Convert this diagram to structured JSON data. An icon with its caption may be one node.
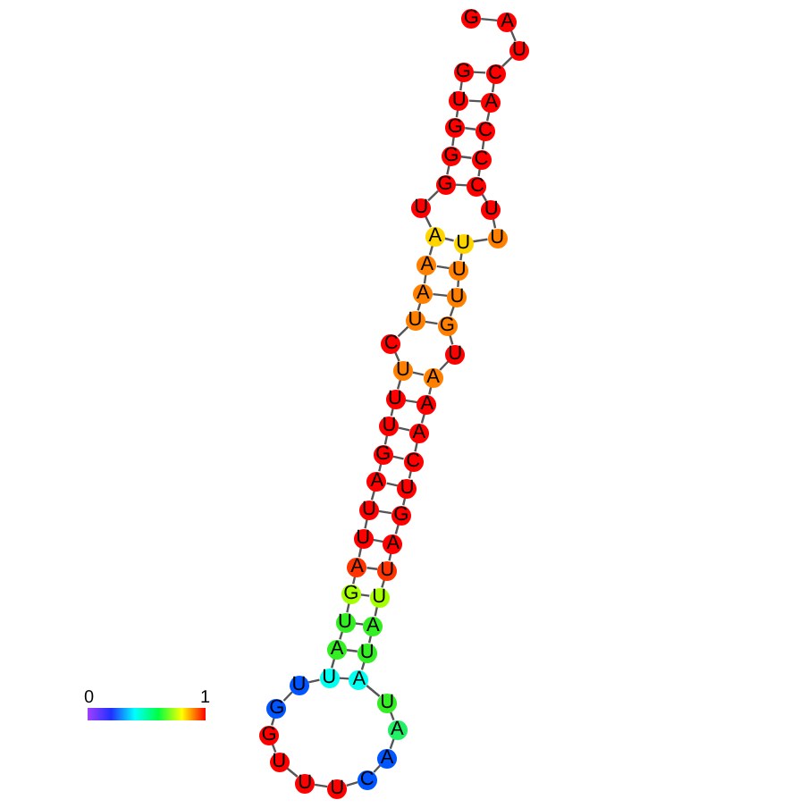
{
  "diagram": {
    "nodes": [
      {
        "text": [
          "G"
        ]
      },
      {
        "text": [
          "A"
        ]
      },
      {
        "text": [
          "U"
        ]
      },
      {
        "text": [
          "C"
        ]
      },
      {
        "text": [
          "A"
        ]
      },
      {
        "text": [
          "C"
        ]
      },
      {
        "text": [
          "C"
        ]
      },
      {
        "text": [
          "C"
        ]
      },
      {
        "text": [
          "U"
        ]
      },
      {
        "text": [
          "U"
        ]
      },
      {
        "text": [
          "U"
        ]
      },
      {
        "text": [
          "U"
        ]
      },
      {
        "text": [
          "U"
        ]
      },
      {
        "text": [
          "G"
        ]
      },
      {
        "text": [
          "U"
        ]
      },
      {
        "text": [
          "A"
        ]
      },
      {
        "text": [
          "A"
        ]
      },
      {
        "text": [
          "A"
        ]
      },
      {
        "text": [
          "C"
        ]
      },
      {
        "text": [
          "U"
        ]
      },
      {
        "text": [
          "G"
        ]
      },
      {
        "text": [
          "A"
        ]
      },
      {
        "text": [
          "U"
        ]
      },
      {
        "text": [
          "U"
        ]
      },
      {
        "text": [
          "A"
        ]
      },
      {
        "text": [
          "U"
        ]
      },
      {
        "text": [
          "A"
        ]
      },
      {
        "text": [
          "U"
        ]
      },
      {
        "text": [
          "A"
        ]
      },
      {
        "text": [
          "A"
        ]
      },
      {
        "text": [
          "C"
        ]
      },
      {
        "text": [
          "U"
        ]
      },
      {
        "text": [
          "U"
        ]
      },
      {
        "text": [
          "U"
        ]
      },
      {
        "text": [
          "G"
        ]
      },
      {
        "text": [
          "G"
        ]
      },
      {
        "text": [
          "U"
        ]
      },
      {
        "text": [
          "U"
        ]
      },
      {
        "text": [
          "A"
        ]
      },
      {
        "text": [
          "U"
        ]
      },
      {
        "text": [
          "G"
        ]
      },
      {
        "text": [
          "A"
        ]
      },
      {
        "text": [
          "U"
        ]
      },
      {
        "text": [
          "U"
        ]
      },
      {
        "text": [
          "A"
        ]
      },
      {
        "text": [
          "G"
        ]
      },
      {
        "text": [
          "U"
        ]
      },
      {
        "text": [
          "U"
        ]
      },
      {
        "text": [
          "U"
        ]
      },
      {
        "text": [
          "C"
        ]
      },
      {
        "text": [
          "U"
        ]
      },
      {
        "text": [
          "A"
        ]
      },
      {
        "text": [
          "A"
        ]
      },
      {
        "text": [
          "A"
        ]
      },
      {
        "text": [
          "U"
        ]
      },
      {
        "text": [
          "G"
        ]
      },
      {
        "text": [
          "G"
        ]
      },
      {
        "text": [
          "G"
        ]
      },
      {
        "text": [
          "U"
        ]
      },
      {
        "text": [
          "G"
        ]
      }
    ],
    "edges": [
      {
        "from": 0,
        "to": 1,
        "arrow": "none"
      },
      {
        "from": 1,
        "to": 2,
        "arrow": "none"
      },
      {
        "from": 2,
        "to": 3,
        "arrow": "none"
      },
      {
        "from": 3,
        "to": 4,
        "arrow": "none"
      },
      {
        "from": 4,
        "to": 5,
        "arrow": "none"
      },
      {
        "from": 5,
        "to": 6,
        "arrow": "none"
      },
      {
        "from": 6,
        "to": 7,
        "arrow": "none"
      },
      {
        "from": 7,
        "to": 8,
        "arrow": "none"
      },
      {
        "from": 8,
        "to": 9,
        "arrow": "none"
      },
      {
        "from": 9,
        "to": 10,
        "arrow": "none"
      },
      {
        "from": 10,
        "to": 11,
        "arrow": "none"
      },
      {
        "from": 11,
        "to": 12,
        "arrow": "none"
      },
      {
        "from": 12,
        "to": 13,
        "arrow": "none"
      },
      {
        "from": 13,
        "to": 14,
        "arrow": "none"
      },
      {
        "from": 14,
        "to": 15,
        "arrow": "none"
      },
      {
        "from": 15,
        "to": 16,
        "arrow": "none"
      },
      {
        "from": 16,
        "to": 17,
        "arrow": "none"
      },
      {
        "from": 17,
        "to": 18,
        "arrow": "none"
      },
      {
        "from": 18,
        "to": 19,
        "arrow": "none"
      },
      {
        "from": 19,
        "to": 20,
        "arrow": "none"
      },
      {
        "from": 20,
        "to": 21,
        "arrow": "none"
      },
      {
        "from": 21,
        "to": 22,
        "arrow": "none"
      },
      {
        "from": 22,
        "to": 23,
        "arrow": "none"
      },
      {
        "from": 23,
        "to": 24,
        "arrow": "none"
      },
      {
        "from": 24,
        "to": 25,
        "arrow": "none"
      },
      {
        "from": 25,
        "to": 26,
        "arrow": "none"
      },
      {
        "from": 26,
        "to": 27,
        "arrow": "none"
      },
      {
        "from": 27,
        "to": 28,
        "arrow": "none"
      },
      {
        "from": 28,
        "to": 29,
        "arrow": "none"
      },
      {
        "from": 29,
        "to": 30,
        "arrow": "none"
      },
      {
        "from": 30,
        "to": 31,
        "arrow": "none"
      },
      {
        "from": 31,
        "to": 32,
        "arrow": "none"
      },
      {
        "from": 32,
        "to": 33,
        "arrow": "none"
      },
      {
        "from": 33,
        "to": 34,
        "arrow": "none"
      },
      {
        "from": 34,
        "to": 35,
        "arrow": "none"
      },
      {
        "from": 35,
        "to": 36,
        "arrow": "none"
      },
      {
        "from": 36,
        "to": 37,
        "arrow": "none"
      },
      {
        "from": 37,
        "to": 38,
        "arrow": "none"
      },
      {
        "from": 38,
        "to": 39,
        "arrow": "none"
      },
      {
        "from": 39,
        "to": 40,
        "arrow": "none"
      },
      {
        "from": 40,
        "to": 41,
        "arrow": "none"
      },
      {
        "from": 41,
        "to": 42,
        "arrow": "none"
      },
      {
        "from": 42,
        "to": 43,
        "arrow": "none"
      },
      {
        "from": 43,
        "to": 44,
        "arrow": "none"
      },
      {
        "from": 44,
        "to": 45,
        "arrow": "none"
      },
      {
        "from": 45,
        "to": 46,
        "arrow": "none"
      },
      {
        "from": 46,
        "to": 47,
        "arrow": "none"
      },
      {
        "from": 47,
        "to": 48,
        "arrow": "none"
      },
      {
        "from": 48,
        "to": 49,
        "arrow": "none"
      },
      {
        "from": 49,
        "to": 50,
        "arrow": "none"
      },
      {
        "from": 50,
        "to": 51,
        "arrow": "none"
      },
      {
        "from": 51,
        "to": 52,
        "arrow": "none"
      },
      {
        "from": 52,
        "to": 53,
        "arrow": "none"
      },
      {
        "from": 53,
        "to": 54,
        "arrow": "none"
      },
      {
        "from": 54,
        "to": 55,
        "arrow": "none"
      },
      {
        "from": 55,
        "to": 56,
        "arrow": "none"
      },
      {
        "from": 56,
        "to": 57,
        "arrow": "none"
      },
      {
        "from": 57,
        "to": 58,
        "arrow": "none"
      },
      {
        "from": 58,
        "to": 59,
        "arrow": "none"
      },
      {
        "from": 59,
        "to": 3,
        "arrow": "none"
      },
      {
        "from": 58,
        "to": 4,
        "arrow": "none"
      },
      {
        "from": 57,
        "to": 5,
        "arrow": "none"
      },
      {
        "from": 56,
        "to": 6,
        "arrow": "none"
      },
      {
        "from": 55,
        "to": 7,
        "arrow": "none"
      },
      {
        "from": 53,
        "to": 10,
        "arrow": "none"
      },
      {
        "from": 52,
        "to": 11,
        "arrow": "none"
      },
      {
        "from": 51,
        "to": 12,
        "arrow": "none"
      },
      {
        "from": 50,
        "to": 13,
        "arrow": "none"
      },
      {
        "from": 48,
        "to": 15,
        "arrow": "none"
      },
      {
        "from": 47,
        "to": 16,
        "arrow": "none"
      },
      {
        "from": 46,
        "to": 17,
        "arrow": "none"
      },
      {
        "from": 45,
        "to": 18,
        "arrow": "none"
      },
      {
        "from": 44,
        "to": 19,
        "arrow": "none"
      },
      {
        "from": 43,
        "to": 20,
        "arrow": "none"
      },
      {
        "from": 42,
        "to": 21,
        "arrow": "none"
      },
      {
        "from": 41,
        "to": 22,
        "arrow": "none"
      },
      {
        "from": 40,
        "to": 23,
        "arrow": "none"
      },
      {
        "from": 39,
        "to": 24,
        "arrow": "none"
      },
      {
        "from": 38,
        "to": 25,
        "arrow": "none"
      },
      {
        "from": 37,
        "to": 26,
        "arrow": "none"
      }
    ],
    "labels": [
      "0",
      "1"
    ]
  }
}
